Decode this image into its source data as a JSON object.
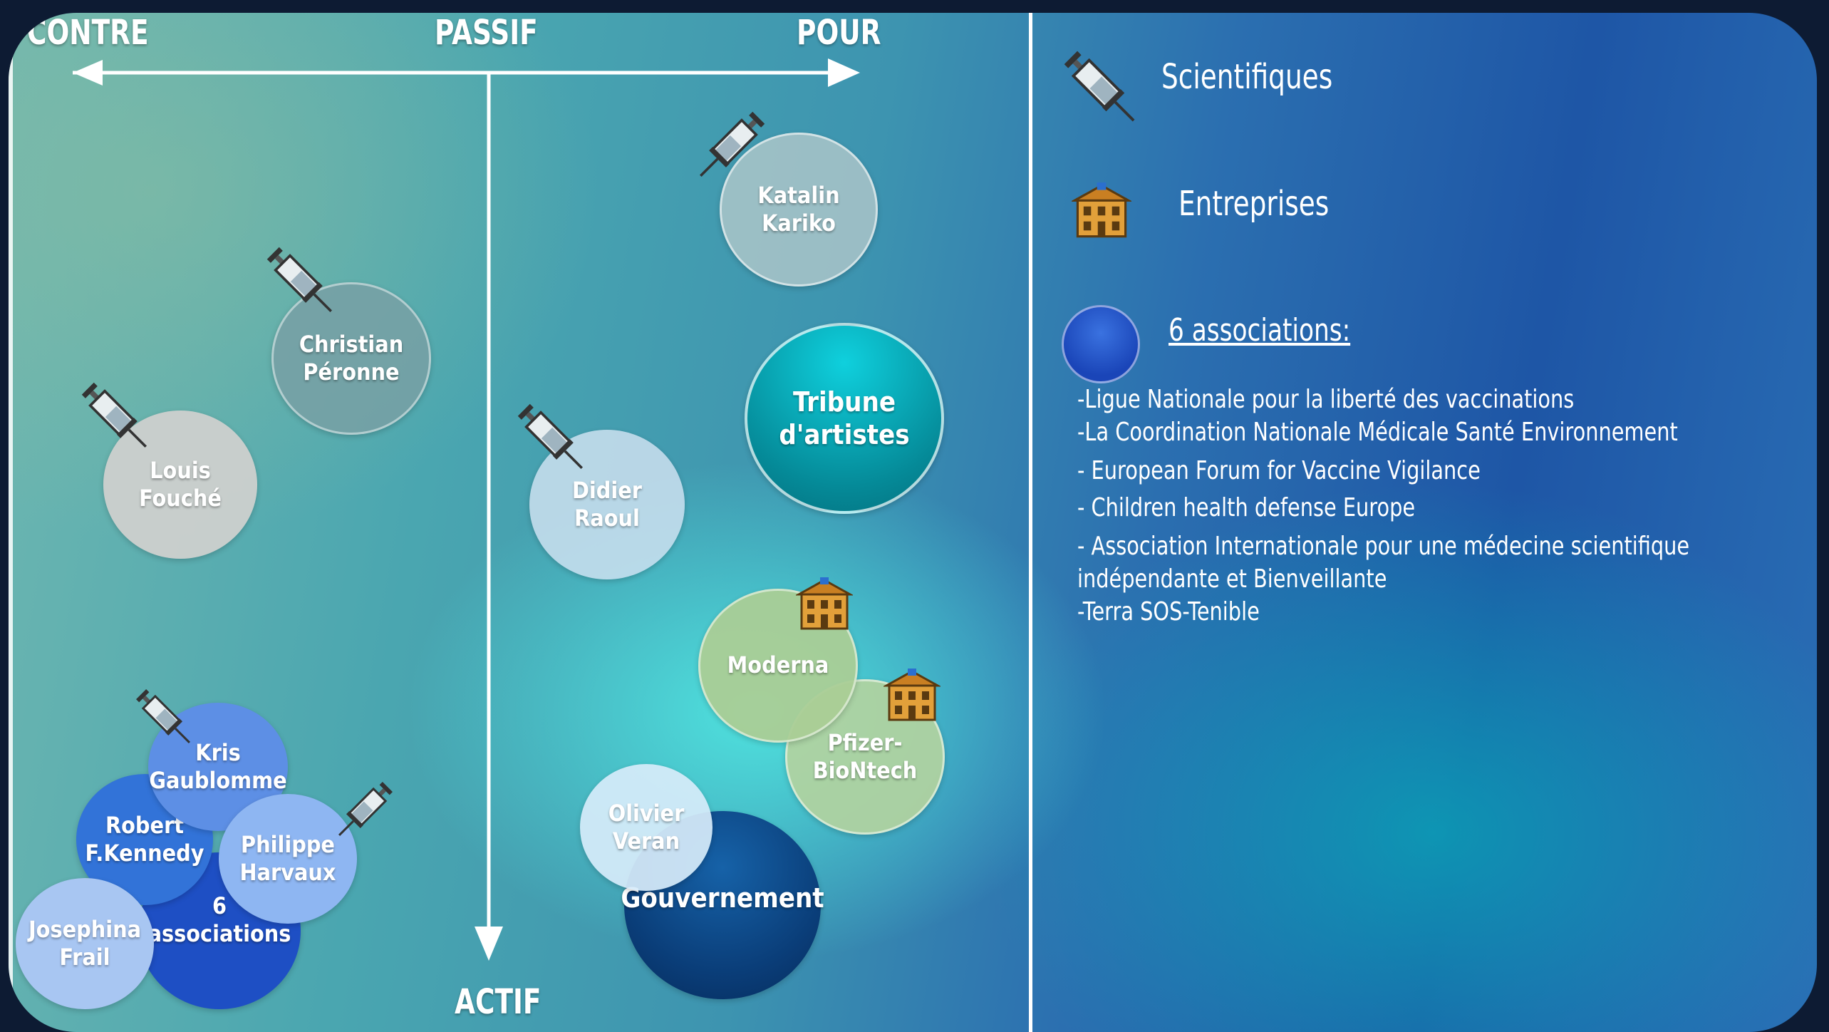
{
  "axes": {
    "left": "CONTRE",
    "center": "PASSIF",
    "right": "POUR",
    "bottom": "ACTIF"
  },
  "bubbles": {
    "katalin": "Katalin Kariko",
    "christian": "Christian Péronne",
    "louis": "Louis Fouché",
    "tribune": "Tribune d'artistes",
    "didier": "Didier Raoul",
    "moderna": "Moderna",
    "pfizer": "Pfizer-BioNtech",
    "olivier": "Olivier Veran",
    "gouvernement": "Gouvernement",
    "kris": "Kris Gaublomme",
    "robert": "Robert F.Kennedy",
    "philippe": "Philippe Harvaux",
    "josephina": "Josephina Frail",
    "six_assoc": "6 associations"
  },
  "legend": {
    "scientists": "Scientifiques",
    "companies": "Entreprises",
    "associations": "6 associations:",
    "association_list": [
      "-Ligue Nationale pour la liberté des vaccinations",
      "-La Coordination Nationale Médicale Santé Environnement",
      "- European Forum for Vaccine Vigilance",
      "- Children health defense Europe",
      "- Association Internationale pour une médecine scientifique",
      "indépendante et Bienveillante",
      "-Terra SOS-Tenible"
    ]
  },
  "colors": {
    "scientist_gray": "#c9cdd0",
    "tribune_teal": "#0aa7b8",
    "company_green": "#a9cc9c",
    "association_blue": "#2556cf",
    "government_navy": "#0a3d78"
  }
}
